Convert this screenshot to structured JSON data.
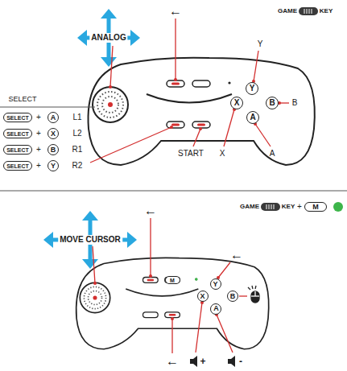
{
  "diagram": {
    "nodes": [
      {
        "text": [
          "Y"
        ]
      },
      {
        "text": [
          "B"
        ]
      },
      {
        "text": [
          "X"
        ]
      },
      {
        "text": [
          "A"
        ]
      },
      {
        "text": [
          "SELECT"
        ]
      },
      {
        "text": [
          "A"
        ]
      },
      {
        "text": [
          "SELECT"
        ]
      },
      {
        "text": [
          "X"
        ]
      },
      {
        "text": [
          "SELECT"
        ]
      },
      {
        "text": [
          "B"
        ]
      },
      {
        "text": [
          "SELECT"
        ]
      },
      {
        "text": [
          "Y"
        ]
      },
      {
        "text": [
          "M"
        ]
      },
      {
        "text": [
          "M"
        ]
      },
      {
        "text": [
          "Y"
        ]
      },
      {
        "text": [
          "B"
        ]
      },
      {
        "text": [
          "X"
        ]
      },
      {
        "text": [
          "A"
        ]
      }
    ],
    "labels": [
      "GAME",
      "KEY",
      "ANALOG",
      "←",
      "Y",
      "B",
      "X",
      "A",
      "START",
      "SELECT",
      "+",
      "+",
      "+",
      "+",
      "L1",
      "L2",
      "R1",
      "R2",
      "GAME",
      "KEY",
      "+",
      "MOVE CURSOR",
      "←",
      "←",
      "←",
      "+",
      "-"
    ]
  }
}
